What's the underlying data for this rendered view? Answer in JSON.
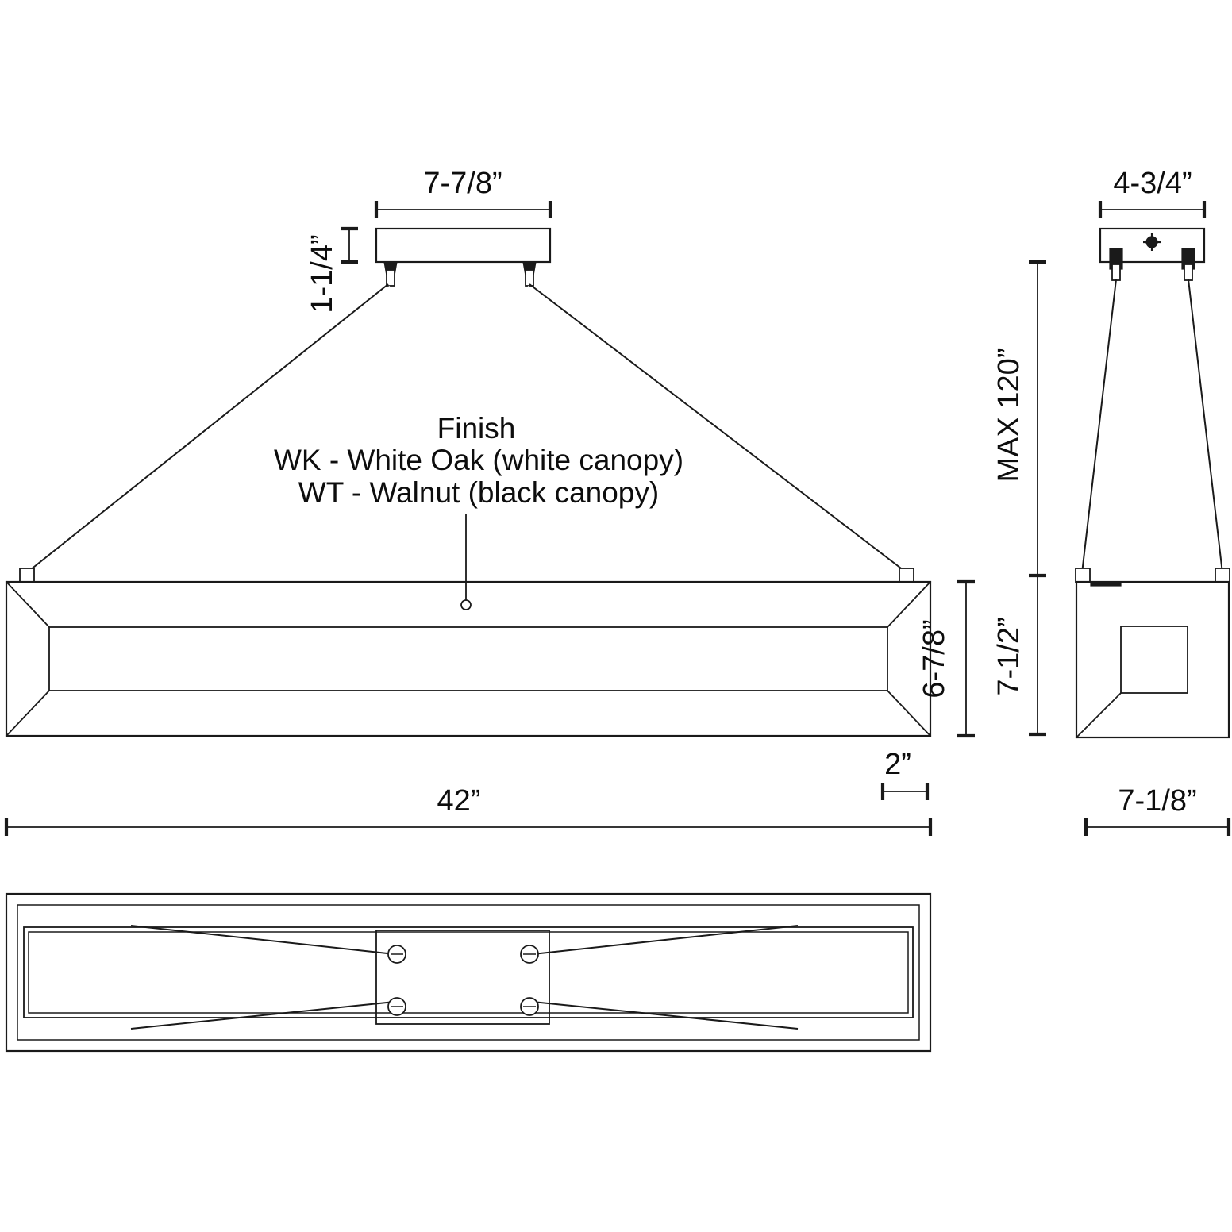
{
  "drawing": {
    "title": "Linear pendant fixture dimensional drawing",
    "line_color": "#1a1a1a",
    "background": "#ffffff"
  },
  "notes": {
    "finish_heading": "Finish",
    "finish_option_1": "WK - White Oak (white canopy)",
    "finish_option_2": "WT - Walnut (black canopy)"
  },
  "dimensions": {
    "canopy_width_front": "7-7/8”",
    "canopy_height_front": "1-1/4”",
    "canopy_width_side": "4-3/4”",
    "max_drop": "MAX 120”",
    "body_height_side": "7-1/2”",
    "body_height_front": "6-7/8”",
    "body_length": "42”",
    "frame_face": "2”",
    "body_depth": "7-1/8”"
  },
  "views": {
    "front_elevation": "front-elevation-view",
    "side_elevation": "side-elevation-view",
    "plan": "bottom-plan-view"
  }
}
